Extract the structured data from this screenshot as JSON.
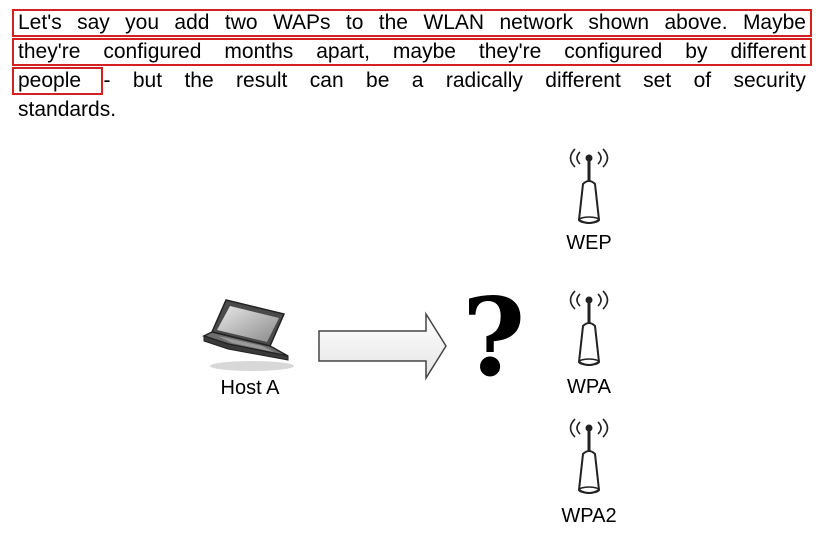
{
  "paragraph": {
    "line1": [
      "Let's",
      "say",
      "you",
      "add",
      "two",
      "WAPs",
      "to",
      "the",
      "WLAN",
      "network",
      "shown",
      "above.",
      "Maybe"
    ],
    "line2": [
      "they're",
      "configured",
      "months",
      "apart,",
      "maybe",
      "they're",
      "configured",
      "by",
      "different"
    ],
    "line3": [
      "people",
      "-",
      "but",
      "the",
      "result",
      "can",
      "be",
      "a",
      "radically",
      "different",
      "set",
      "of",
      "security"
    ],
    "line4": "standards."
  },
  "diagram": {
    "host_label": "Host A",
    "question_mark": "?",
    "access_points": [
      {
        "label": "WEP"
      },
      {
        "label": "WPA"
      },
      {
        "label": "WPA2"
      }
    ],
    "highlight_color": "#d42020"
  }
}
